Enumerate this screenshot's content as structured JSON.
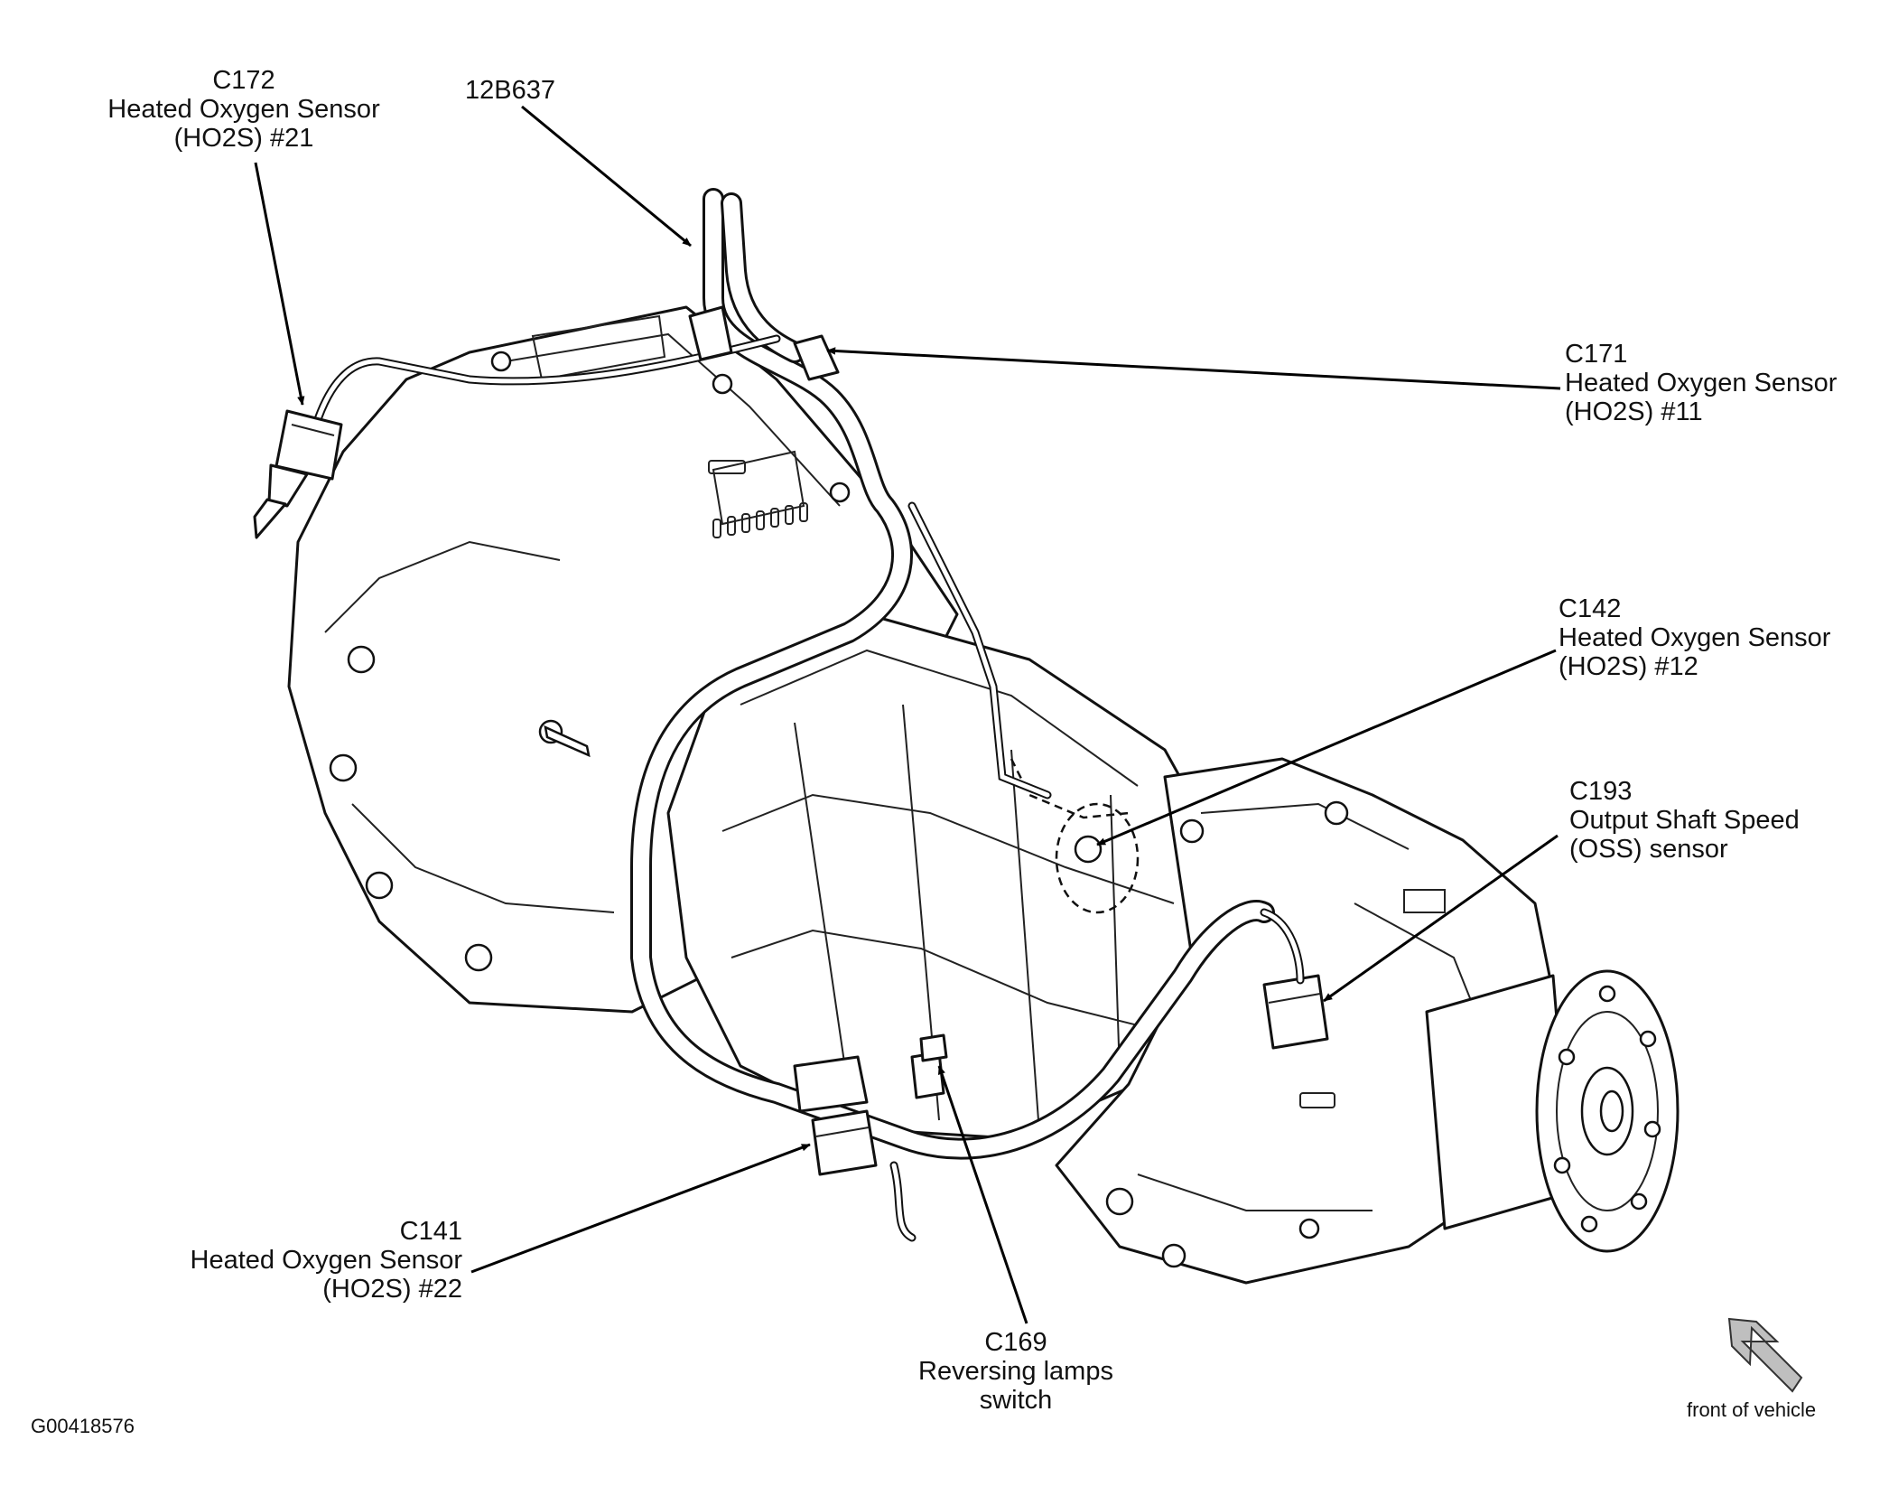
{
  "figure_id": "G00418576",
  "orientation_label": "front of vehicle",
  "harness_label": "12B637",
  "callouts": {
    "c172": {
      "code": "C172",
      "line1": "Heated Oxygen Sensor",
      "line2": "(HO2S) #21"
    },
    "c171": {
      "code": "C171",
      "line1": "Heated Oxygen Sensor",
      "line2": "(HO2S) #11"
    },
    "c142": {
      "code": "C142",
      "line1": "Heated Oxygen Sensor",
      "line2": "(HO2S) #12"
    },
    "c193": {
      "code": "C193",
      "line1": "Output Shaft Speed",
      "line2": "(OSS) sensor"
    },
    "c141": {
      "code": "C141",
      "line1": "Heated Oxygen Sensor",
      "line2": "(HO2S) #22"
    },
    "c169": {
      "code": "C169",
      "line1": "Reversing lamps",
      "line2": "switch"
    }
  }
}
